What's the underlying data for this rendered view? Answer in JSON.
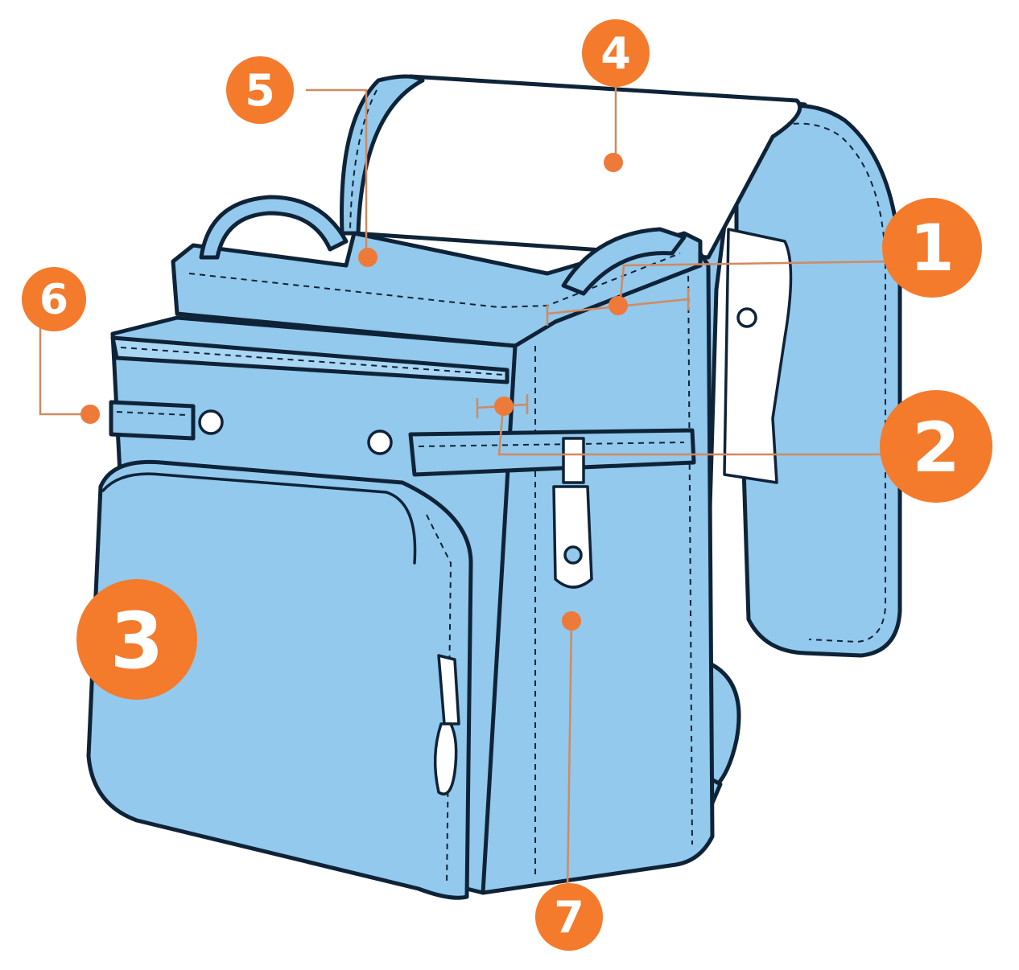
{
  "callouts": [
    {
      "id": "1",
      "label": "1",
      "color": "#f47a2c"
    },
    {
      "id": "2",
      "label": "2",
      "color": "#f47a2c"
    },
    {
      "id": "3",
      "label": "3",
      "color": "#f47a2c"
    },
    {
      "id": "4",
      "label": "4",
      "color": "#f47a2c"
    },
    {
      "id": "5",
      "label": "5",
      "color": "#f47a2c"
    },
    {
      "id": "6",
      "label": "6",
      "color": "#f47a2c"
    },
    {
      "id": "7",
      "label": "7",
      "color": "#f47a2c"
    }
  ],
  "colors": {
    "bag_body": "#93c9ec",
    "outline": "#0f2338",
    "marker": "#ee7a3a",
    "leader_line": "#d08a60"
  }
}
